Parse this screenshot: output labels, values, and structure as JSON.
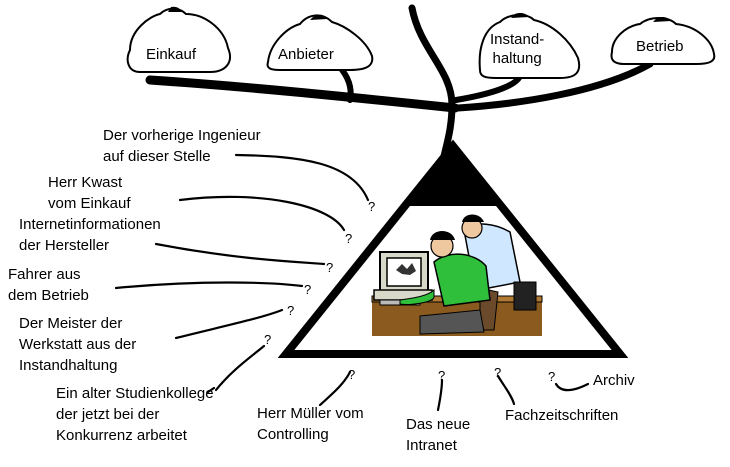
{
  "categories": {
    "einkauf": "Einkauf",
    "anbieter": "Anbieter",
    "instandhaltung": [
      "Instand-",
      "haltung"
    ],
    "betrieb": "Betrieb"
  },
  "sources_left": {
    "ingenieur": [
      "Der vorherige Ingenieur",
      "auf dieser Stelle"
    ],
    "kwast": [
      "Herr Kwast",
      "vom Einkauf"
    ],
    "internet": [
      "Internetinformationen",
      "der Hersteller"
    ],
    "fahrer": [
      "Fahrer aus",
      "dem Betrieb"
    ],
    "meister": [
      "Der Meister der",
      "Werkstatt aus der",
      "Instandhaltung"
    ],
    "studienkollege": [
      "Ein alter Studienkollege",
      "der jetzt bei der",
      "Konkurrenz arbeitet"
    ]
  },
  "sources_bottom": {
    "mueller": [
      "Herr Müller vom",
      "Controlling"
    ],
    "intranet": [
      "Das neue",
      "Intranet"
    ],
    "fachzeitschriften": "Fachzeitschriften",
    "archiv": "Archiv"
  },
  "question_mark": "?",
  "colors": {
    "ink": "#000000",
    "shirt": "#2fbf3a",
    "paper": "#ffffff",
    "desk": "#8a5a1e"
  }
}
